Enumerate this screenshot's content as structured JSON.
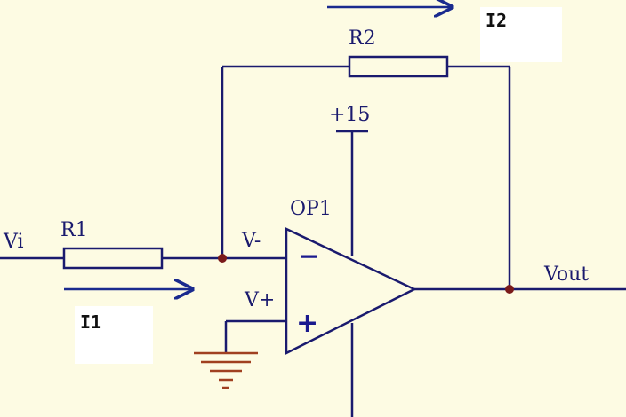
{
  "labels": {
    "vi": "Vi",
    "r1": "R1",
    "r2": "R2",
    "v_minus": "V-",
    "v_plus": "V+",
    "supply": "+15",
    "opamp": "OP1",
    "vout": "Vout",
    "i1": "I1",
    "i2": "I2",
    "minus_sign": "−",
    "plus_sign": "+"
  },
  "colors": {
    "background": "#fdfbe3",
    "wire": "#1a1a6e",
    "node": "#7a1a1a",
    "ground": "#a04020",
    "arrow": "#1a2a8e",
    "label_box": "#ffffff"
  }
}
